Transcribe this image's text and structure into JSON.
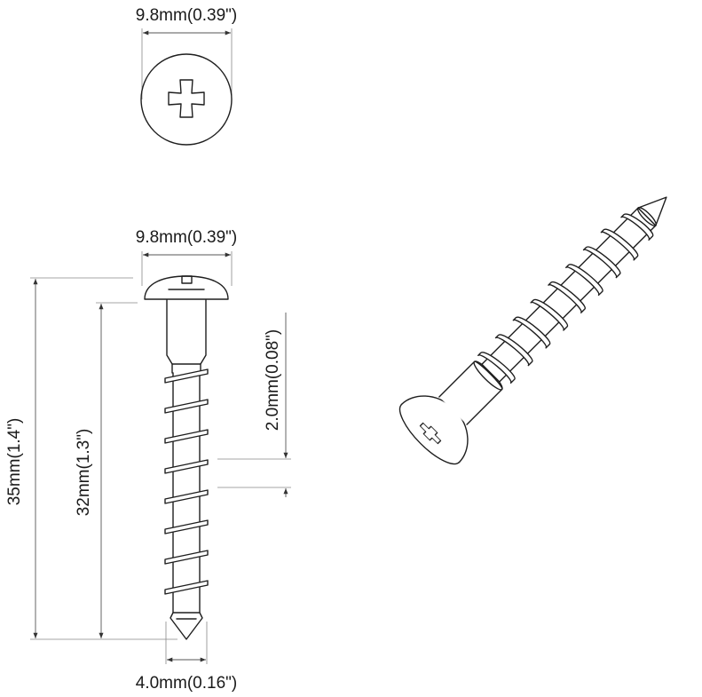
{
  "dimensions": {
    "top_head_diameter": "9.8mm(0.39\")",
    "side_head_diameter": "9.8mm(0.39\")",
    "total_length": "35mm(1.4\")",
    "thread_length": "32mm(1.3\")",
    "thread_pitch": "2.0mm(0.08\")",
    "thread_diameter": "4.0mm(0.16\")"
  },
  "colors": {
    "line": "#1e1e1e",
    "dimension": "#555555",
    "background": "#ffffff"
  }
}
